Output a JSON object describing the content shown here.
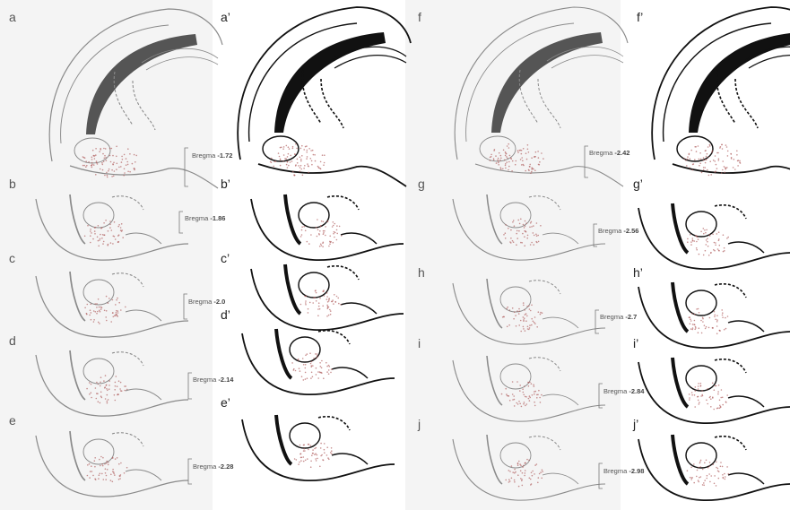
{
  "figure": {
    "bregma_word": "Bregma",
    "panels_left": [
      {
        "label": "a",
        "bregma": "-1.72"
      },
      {
        "label": "b",
        "bregma": "-1.86"
      },
      {
        "label": "c",
        "bregma": "-2.0"
      },
      {
        "label": "d",
        "bregma": "-2.14"
      },
      {
        "label": "e",
        "bregma": "-2.28"
      }
    ],
    "panels_left_prime": [
      "a’",
      "b’",
      "c’",
      "d’",
      "e’"
    ],
    "panels_right": [
      {
        "label": "f",
        "bregma": "-2.42"
      },
      {
        "label": "g",
        "bregma": "-2.56"
      },
      {
        "label": "h",
        "bregma": "-2.7"
      },
      {
        "label": "i",
        "bregma": "-2.84"
      },
      {
        "label": "j",
        "bregma": "-2.98"
      }
    ],
    "panels_right_prime": [
      "f’",
      "g’",
      "h’",
      "i’",
      "j’"
    ],
    "colors": {
      "stroke_dark": "#111111",
      "stroke_light": "#8a8a8a",
      "dots": "#b06060",
      "background_tinted": "#f4f4f4"
    }
  }
}
